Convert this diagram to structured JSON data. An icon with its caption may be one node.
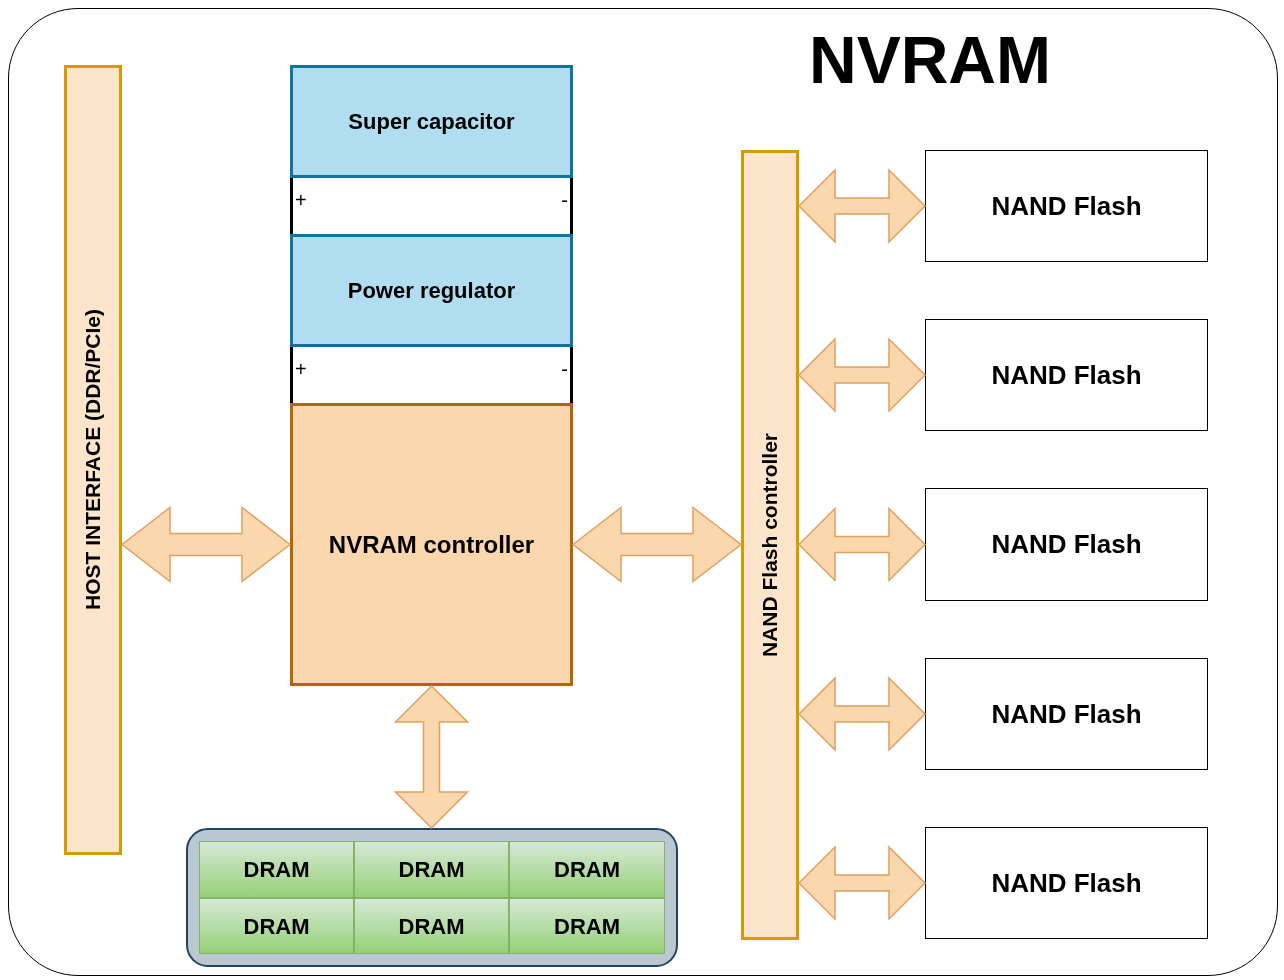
{
  "diagram": {
    "nodes": [
      {
        "text": [
          "NVRAM"
        ]
      },
      {
        "text": [
          "HOST INTERFACE (DDR/PCIe)"
        ],
        "in": 0
      },
      {
        "text": [
          "Super capacitor"
        ],
        "in": 0
      },
      {
        "text": [
          "+",
          "-"
        ],
        "in": 0
      },
      {
        "text": [
          "Power regulator"
        ],
        "in": 0
      },
      {
        "text": [
          "+",
          "-"
        ],
        "in": 0
      },
      {
        "text": [
          "NVRAM controller"
        ],
        "in": 0
      },
      {
        "text": [
          "NAND Flash controller"
        ],
        "in": 0
      },
      {
        "text": [
          "NAND Flash"
        ],
        "in": 0
      },
      {
        "text": [
          "NAND Flash"
        ],
        "in": 0
      },
      {
        "text": [
          "NAND Flash"
        ],
        "in": 0
      },
      {
        "text": [
          "NAND Flash"
        ],
        "in": 0
      },
      {
        "text": [
          "NAND Flash"
        ],
        "in": 0
      },
      {
        "text": [],
        "shape": "box",
        "in": 0
      },
      {
        "text": [
          "DRAM"
        ],
        "in": 13
      },
      {
        "text": [
          "DRAM"
        ],
        "in": 13
      },
      {
        "text": [
          "DRAM"
        ],
        "in": 13
      },
      {
        "text": [
          "DRAM"
        ],
        "in": 13
      },
      {
        "text": [
          "DRAM"
        ],
        "in": 13
      },
      {
        "text": [
          "DRAM"
        ],
        "in": 13
      }
    ],
    "edges": [
      {
        "from": 1,
        "to": 6,
        "arrow": "both"
      },
      {
        "from": 6,
        "to": 7,
        "arrow": "both"
      },
      {
        "from": 6,
        "to": 13,
        "arrow": "both"
      },
      {
        "from": 7,
        "to": 8,
        "arrow": "both"
      },
      {
        "from": 7,
        "to": 9,
        "arrow": "both"
      },
      {
        "from": 7,
        "to": 10,
        "arrow": "both"
      },
      {
        "from": 7,
        "to": 11,
        "arrow": "both"
      },
      {
        "from": 7,
        "to": 12,
        "arrow": "both"
      }
    ]
  }
}
